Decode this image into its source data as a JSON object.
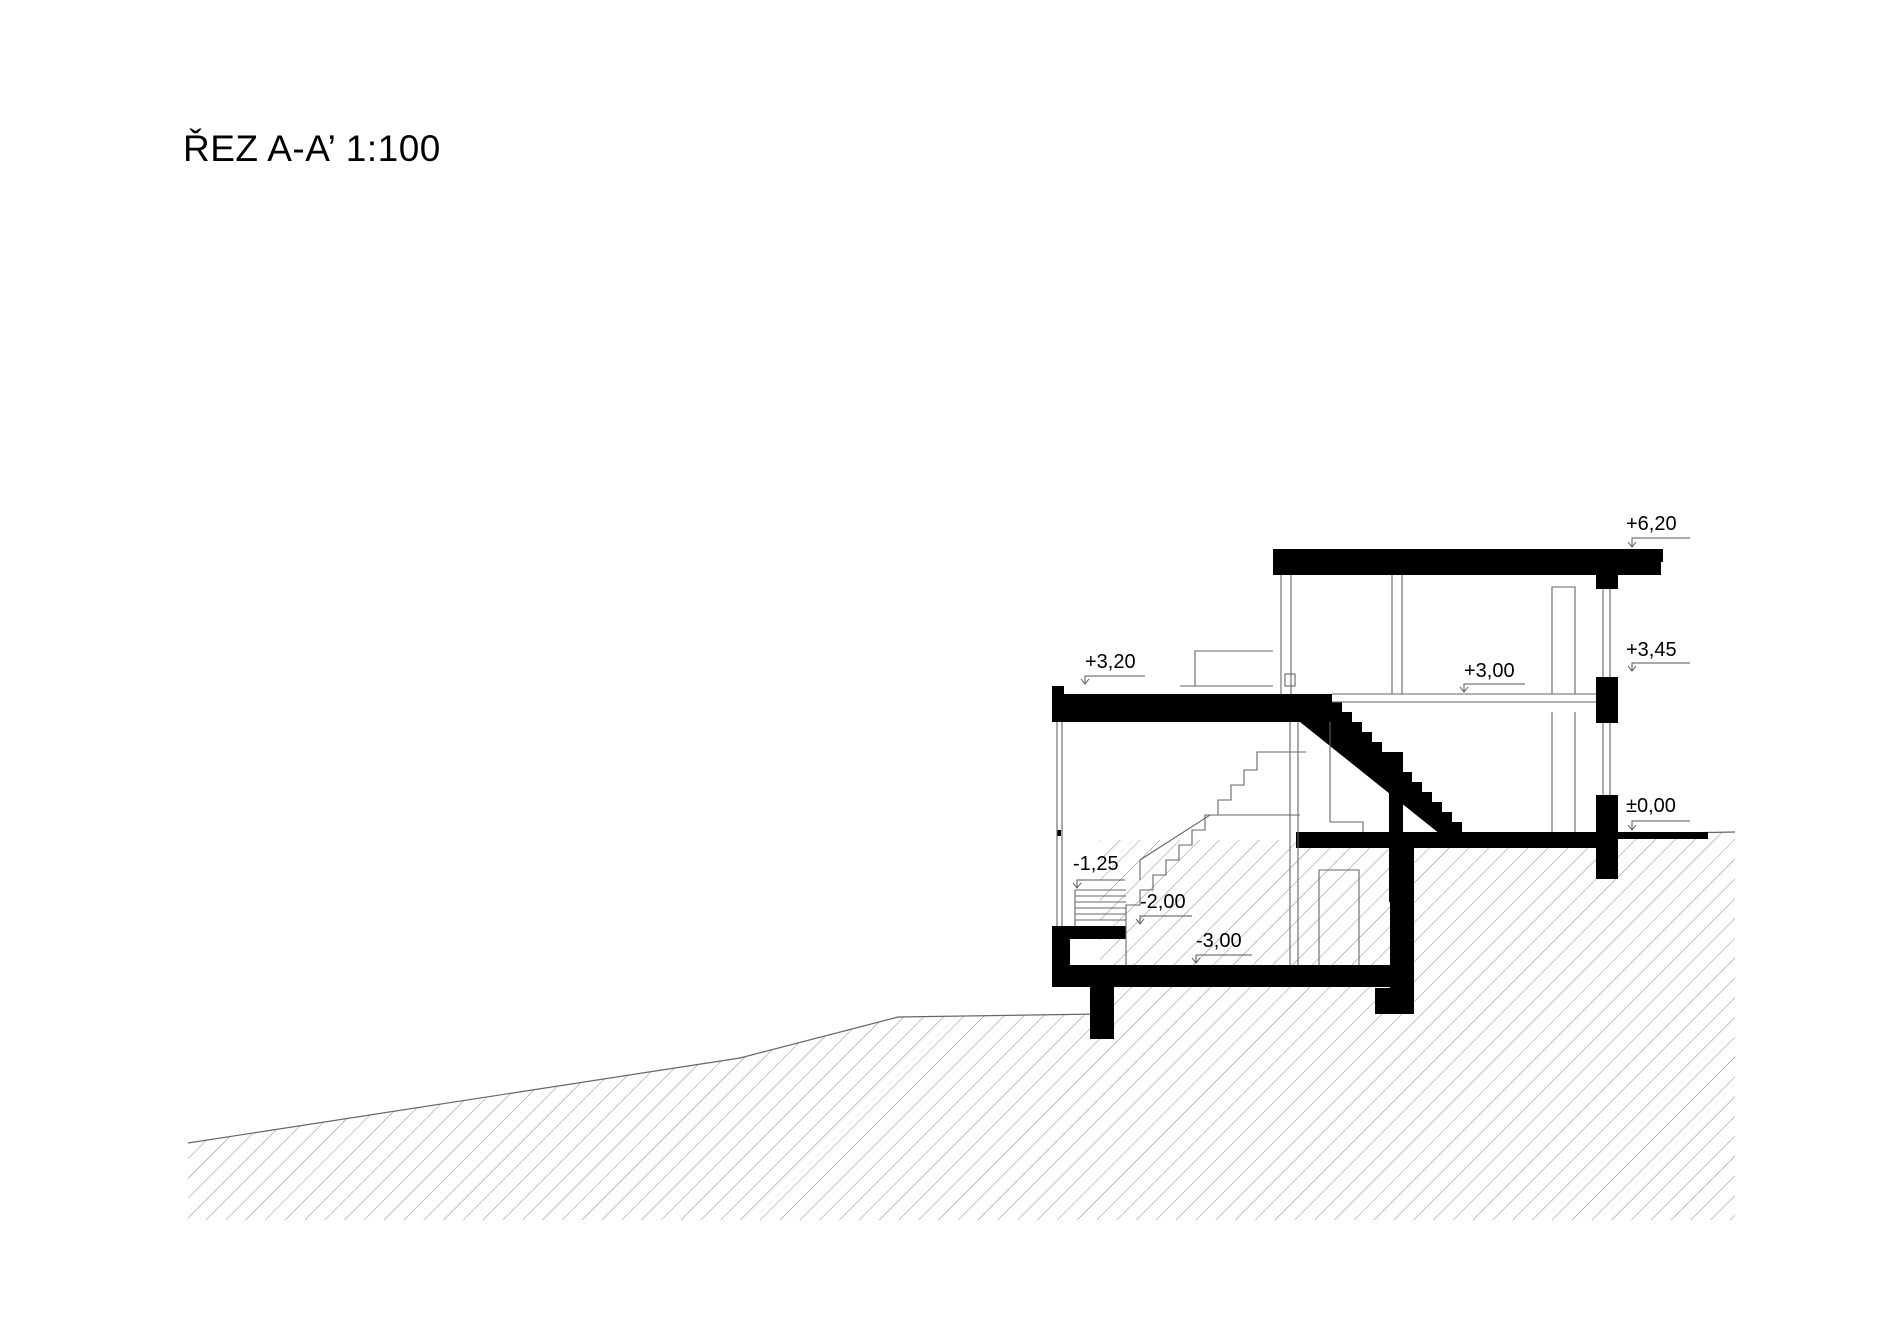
{
  "drawing": {
    "title": "ŘEZ A-A’ 1:100",
    "colors": {
      "solid": "#000000",
      "hatch": "#888888",
      "line": "#555555",
      "background": "#ffffff"
    },
    "levels": {
      "roof": "+6,20",
      "window_head": "+3,45",
      "terrace": "+3,20",
      "upper_floor": "+3,00",
      "ground": "±0,00",
      "landing": "-1,25",
      "lower_step": "-2,00",
      "basement": "-3,00"
    }
  }
}
